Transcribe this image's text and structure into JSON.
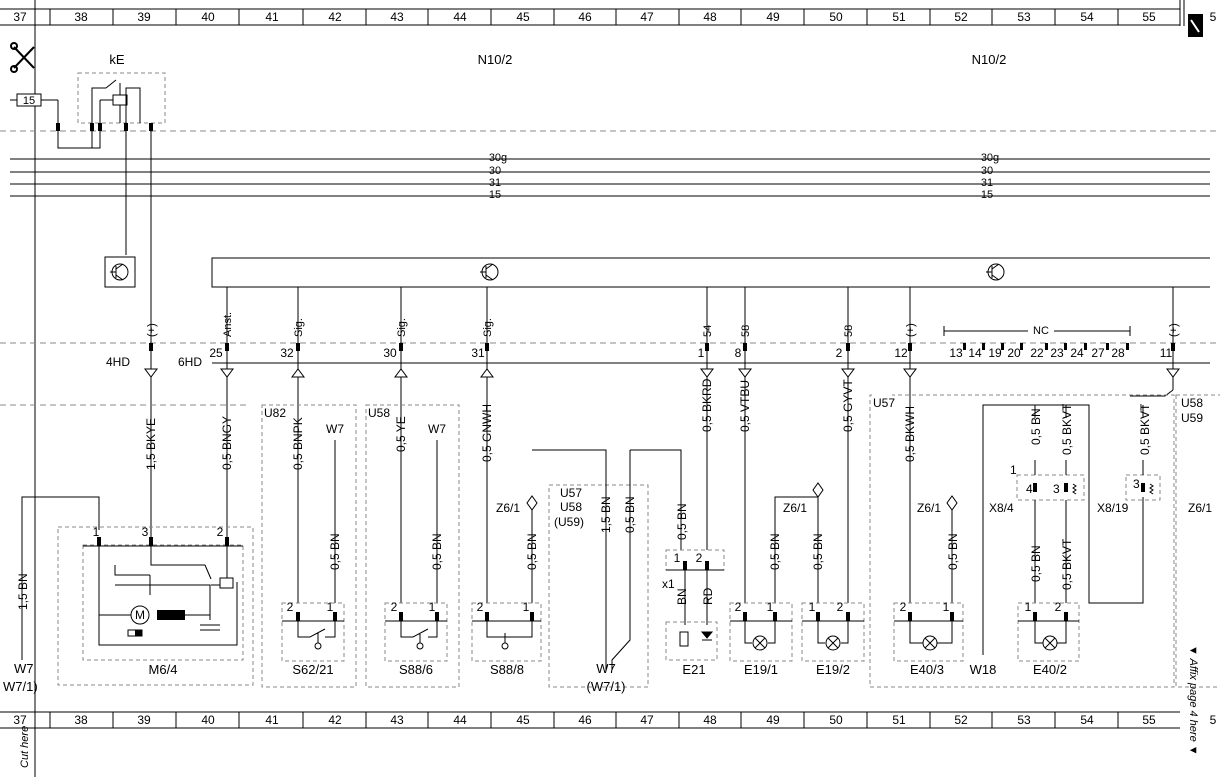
{
  "grid": {
    "columns": [
      "37",
      "38",
      "39",
      "40",
      "41",
      "42",
      "43",
      "44",
      "45",
      "46",
      "47",
      "48",
      "49",
      "50",
      "51",
      "52",
      "53",
      "54",
      "55"
    ],
    "edge_partial": "5"
  },
  "headers": {
    "ke": "kE",
    "n10_2_left": "N10/2",
    "n10_2_right": "N10/2"
  },
  "fuse": "15",
  "bus_lines": [
    "30g",
    "30",
    "31",
    "15"
  ],
  "pin_tags": {
    "plus": "(+)",
    "anst": "Anst.",
    "sig": "Sig.",
    "s54": "54",
    "s58": "58",
    "nc": "NC"
  },
  "connectors": {
    "c4hd": "4HD",
    "c6hd": "6HD"
  },
  "pins": [
    "25",
    "32",
    "30",
    "31",
    "1",
    "8",
    "2",
    "12",
    "13",
    "14",
    "19",
    "20",
    "22",
    "23",
    "24",
    "27",
    "28",
    "11"
  ],
  "wires": [
    "1,5 BKYE",
    "0,5 BNGY",
    "0,5 BNPK",
    "W7",
    "0,5 YE",
    "W7",
    "0,5 GNWH",
    "0,5 BKRD",
    "0,5 VTBU",
    "0,5 GYVT",
    "0,5 BKWH",
    "0,5 BN",
    "0,5 BKVT",
    "0,5 BKVT",
    "1,5 BN",
    "0,5 BN",
    "0,5 BN",
    "0,5 BN",
    "1,5 BN",
    "0,5 BN",
    "0,5 BN",
    "0,5 BN",
    "0,5 BN",
    "0,5 BN",
    "0,5 BN",
    "0,5 BKVT",
    "BN",
    "RD"
  ],
  "groups": {
    "u82": "U82",
    "u58": "U58",
    "u57": "U57",
    "u58b": "U58",
    "u59b": "(U59)",
    "u58r": "U58",
    "u59r": "U59"
  },
  "ground_labels": {
    "z6_1": "Z6/1"
  },
  "junctions": {
    "x8_4": "X8/4",
    "x8_19": "X8/19",
    "x1": "x1"
  },
  "small_pins": [
    "1",
    "2",
    "3",
    "4"
  ],
  "components": [
    "M6/4",
    "S62/21",
    "S88/6",
    "S88/8",
    "W7",
    "(W7/1)",
    "E21",
    "E19/1",
    "E19/2",
    "E40/3",
    "W18",
    "E40/2"
  ],
  "left_labels": {
    "w7": "W7",
    "w7_1": "W7/1)"
  },
  "motor": "M",
  "footer": {
    "cut_here": "Cut here",
    "affix": "▼ Affix page 4 here ▼"
  }
}
